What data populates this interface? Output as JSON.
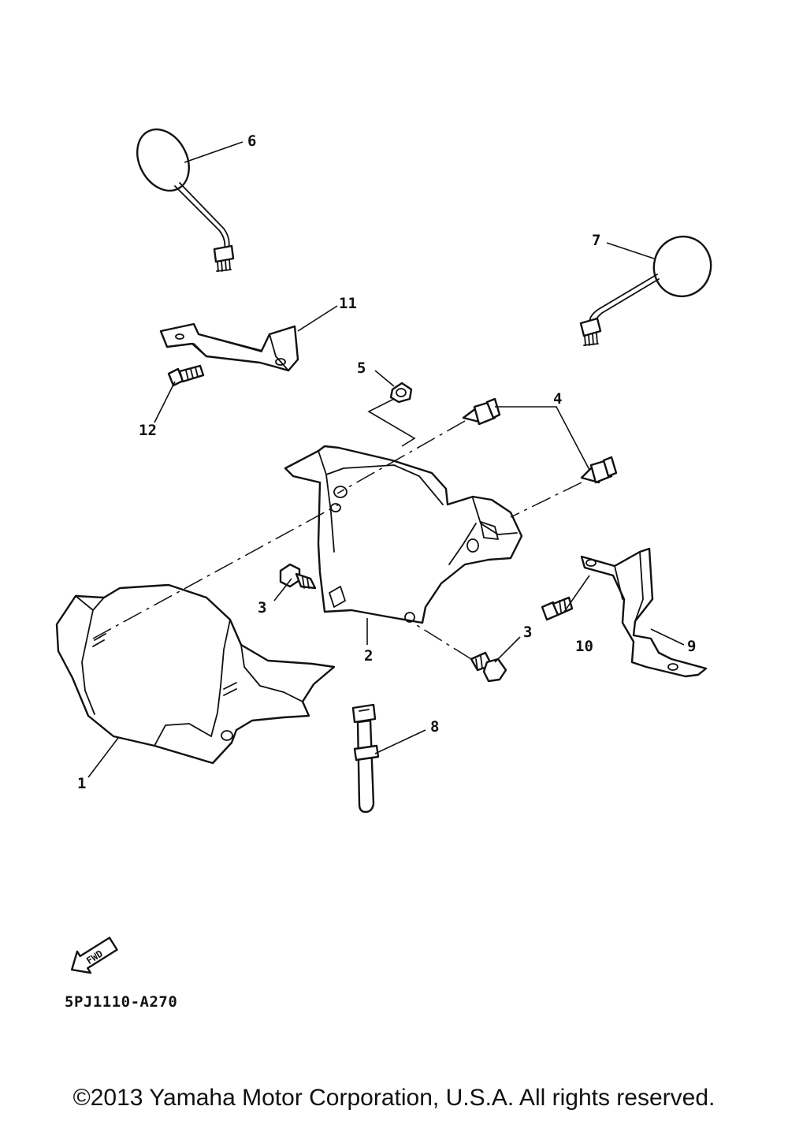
{
  "diagram": {
    "callouts": {
      "c1": "1",
      "c2": "2",
      "c3a": "3",
      "c3b": "3",
      "c4": "4",
      "c5": "5",
      "c6": "6",
      "c7": "7",
      "c8": "8",
      "c9": "9",
      "c10": "10",
      "c11": "11",
      "c12": "12"
    },
    "fwd_label": "FWD",
    "diagram_code": "5PJ1110-A270",
    "copyright": "©2013 Yamaha Motor Corporation, U.S.A. All rights reserved."
  },
  "colors": {
    "ink": "#111111",
    "paper": "#ffffff"
  }
}
